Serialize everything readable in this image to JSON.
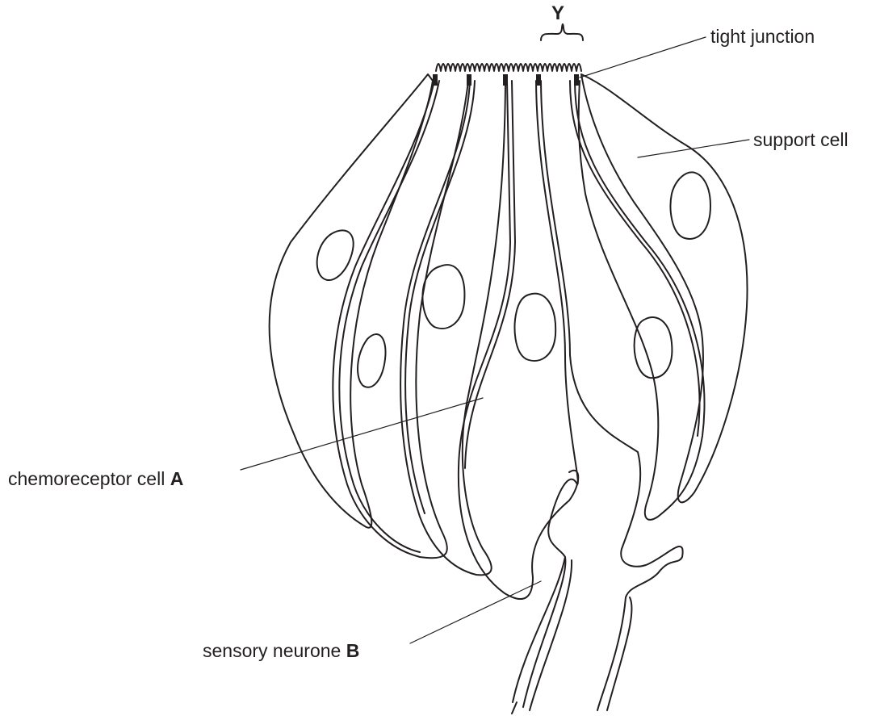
{
  "labels": {
    "tight_junction": "tight junction",
    "support_cell": "support cell",
    "chemoreceptor_text": "chemoreceptor cell ",
    "chemoreceptor_letter": "A",
    "sensory_text": "sensory neurone ",
    "sensory_letter": "B",
    "region_y": "Y"
  },
  "colors": {
    "stroke": "#231f20",
    "background": "#ffffff"
  }
}
